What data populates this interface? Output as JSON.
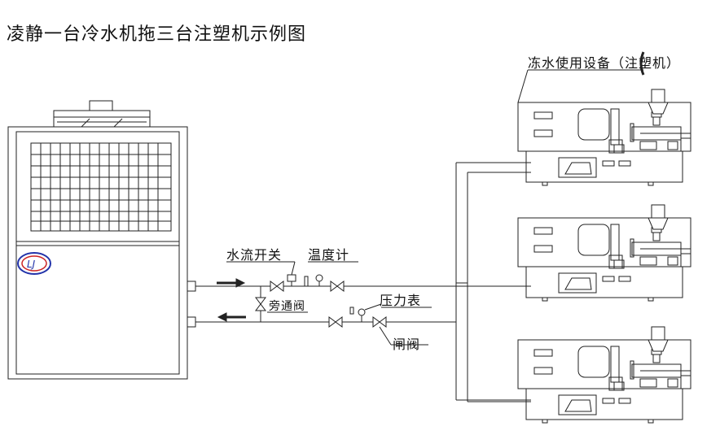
{
  "title": "凌静一台冷水机拖三台注塑机示例图",
  "labels": {
    "equipment": "冻水使用设备（注塑机）",
    "flow_switch": "水流开关",
    "thermometer": "温度计",
    "bypass_valve": "旁通阀",
    "pressure_gauge": "压力表",
    "gate_valve": "闸阀"
  },
  "logo_text": "LJ",
  "machines": [
    "injection-molding-machine-1",
    "injection-molding-machine-2",
    "injection-molding-machine-3"
  ]
}
